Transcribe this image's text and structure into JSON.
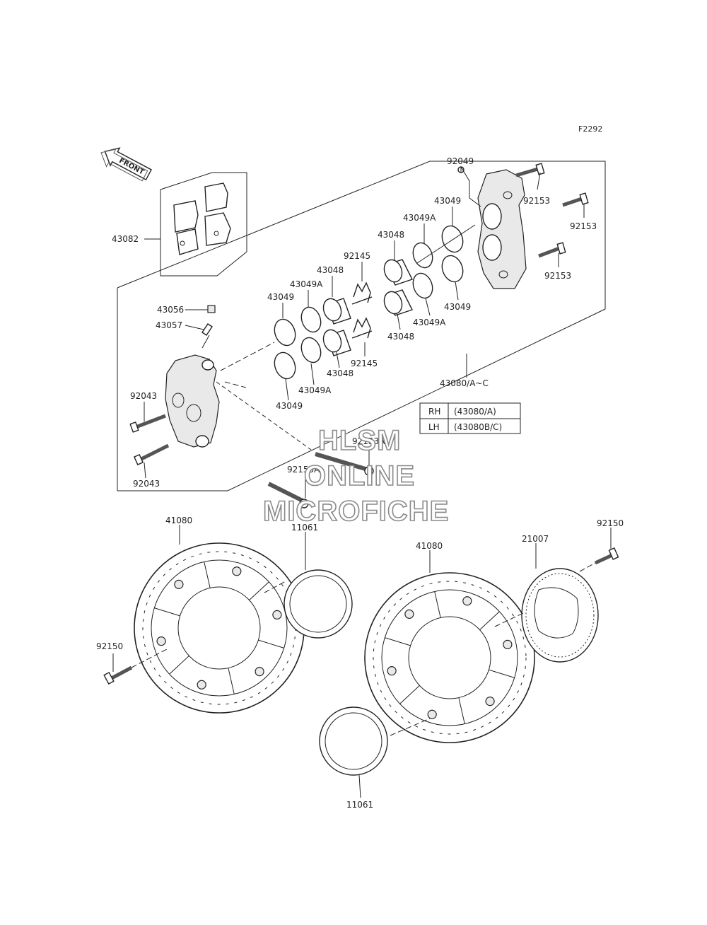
{
  "figure_code": "F2292",
  "front_label": "FRONT",
  "watermark": {
    "line1": "HLSM",
    "line2": "ONLINE",
    "line3": "MICROFICHE"
  },
  "labels": {
    "p92049": "92049",
    "p43049_top": "43049",
    "p43049A_top": "43049A",
    "p43048_top": "43048",
    "p92153_1": "92153",
    "p92153_2": "92153",
    "p92153_3": "92153",
    "p43049_right": "43049",
    "p43049A_right": "43049A",
    "p43048_right": "43048",
    "p43082": "43082",
    "p92145_top": "92145",
    "p43048_mid": "43048",
    "p43049A_mid": "43049A",
    "p43049_mid": "43049",
    "p43056": "43056",
    "p43057": "43057",
    "p92145_bot": "92145",
    "p43048_low": "43048",
    "p43049A_low": "43049A",
    "p43049_low": "43049",
    "p43080": "43080/A~C",
    "p92043_top": "92043",
    "p92043_bot": "92043",
    "p92153A_1": "92153A",
    "p92153A_2": "92153A",
    "p41080_left": "41080",
    "p11061_top": "11061",
    "p41080_right": "41080",
    "p21007": "21007",
    "p92150_right": "92150",
    "p92150_left": "92150",
    "p11061_bot": "11061"
  },
  "variant_table": {
    "rows": [
      {
        "side": "RH",
        "part": "(43080/A)"
      },
      {
        "side": "LH",
        "part": "(43080B/C)"
      }
    ]
  }
}
